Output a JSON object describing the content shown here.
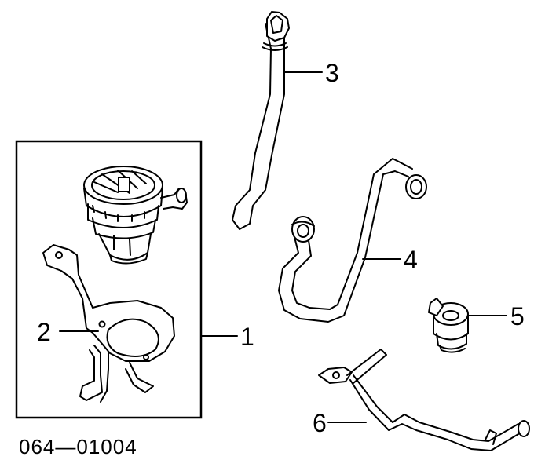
{
  "callouts": [
    {
      "id": "1",
      "label": "1"
    },
    {
      "id": "2",
      "label": "2"
    },
    {
      "id": "3",
      "label": "3"
    },
    {
      "id": "4",
      "label": "4"
    },
    {
      "id": "5",
      "label": "5"
    },
    {
      "id": "6",
      "label": "6"
    }
  ],
  "diagram_code": "064—01004"
}
